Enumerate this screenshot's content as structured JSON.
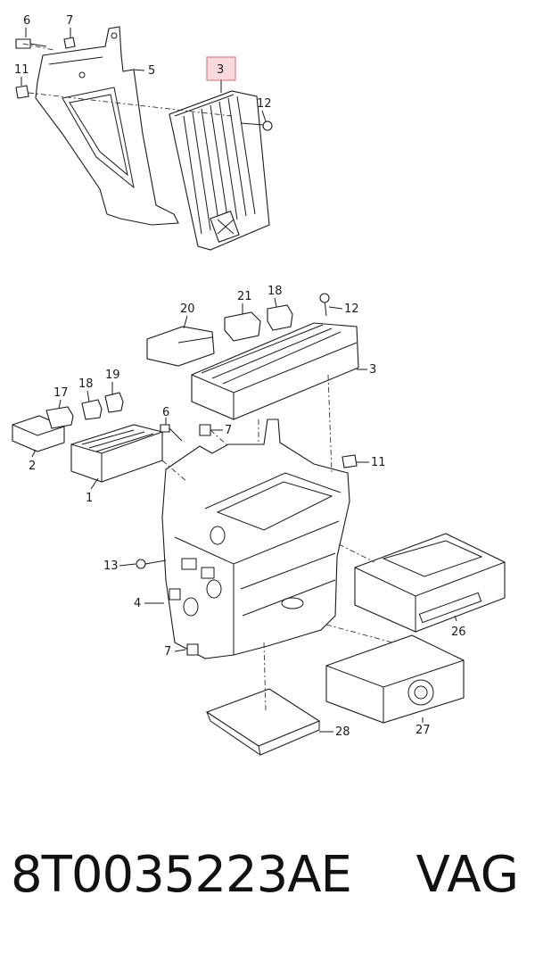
{
  "callouts": {
    "top": [
      "6",
      "7",
      "5",
      "3",
      "11",
      "12"
    ],
    "bottom": [
      "21",
      "18",
      "12",
      "20",
      "3",
      "17",
      "18",
      "19",
      "6",
      "7",
      "2",
      "1",
      "11",
      "13",
      "4",
      "26",
      "7",
      "28",
      "27"
    ]
  },
  "highlight": {
    "label": "3",
    "color": "#f9d9dc",
    "border": "#d9808c"
  },
  "footer": {
    "part_number": "8T0035223AE",
    "brand": "VAG"
  }
}
